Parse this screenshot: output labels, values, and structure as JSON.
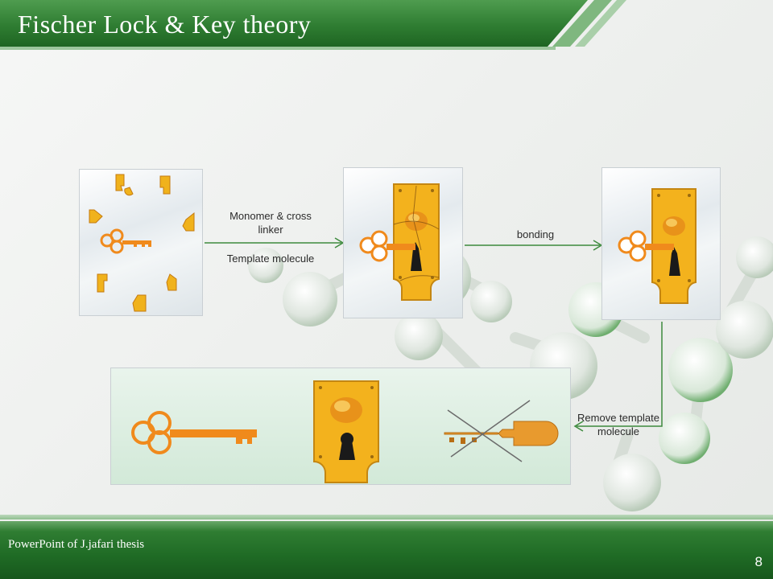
{
  "slide": {
    "title": "Fischer  Lock & Key theory",
    "footer": "PowerPoint of J.jafari thesis",
    "page_number": "8"
  },
  "labels": {
    "monomer_line1": "Monomer & cross",
    "monomer_line2": "linker",
    "template": "Template molecule",
    "bonding": "bonding",
    "remove_line1": "Remove template",
    "remove_line2": "molecule"
  },
  "colors": {
    "title_green": "#2f7d32",
    "arrow_green": "#3d8a3d",
    "lock_gold": "#f0b21c",
    "lock_orange": "#e8891a"
  }
}
